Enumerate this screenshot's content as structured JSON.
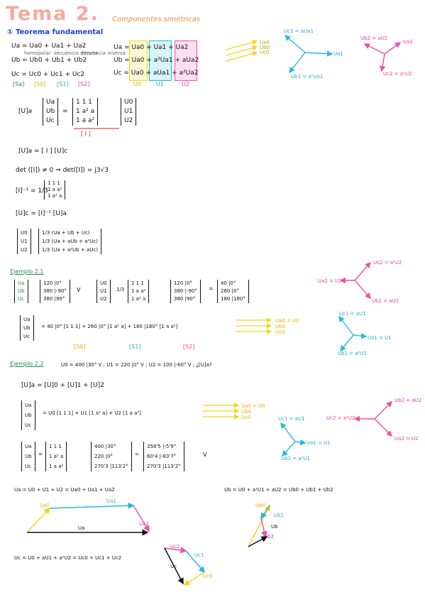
{
  "header": {
    "title": "Tema 2.",
    "subtitle": "Componentes simétricas"
  },
  "section1": {
    "heading": "① Teorema fundamental",
    "eq_a": "Ua = Ua0 + Ua1 + Ua2",
    "eq_b": "Ub = Ub0 + Ub1 + Ub2",
    "eq_c": "Uc = Uc0 + Uc1 + Uc2",
    "small_labels": [
      "homopolar",
      "secuencia directa",
      "secuencia inversa"
    ],
    "tags": [
      "[Sa]",
      "[S0]",
      "[S1]",
      "[S2]"
    ],
    "sub_a": "Ua = Ua0 + Ua1 + Ua2",
    "sub_b": "Ub = Ua0 + a²Ua1 + aUa2",
    "sub_c": "Uc = Ua0 + aUa1 + a²Ua2",
    "col_labels": [
      "U0",
      "U1",
      "U2"
    ],
    "matrix_eq_lhs": "[U]a",
    "matrix_vec": [
      "Ua",
      "Ub",
      "Uc"
    ],
    "matrix_I": [
      "1   1   1",
      "1   a²  a",
      "1   a   a²"
    ],
    "rhs_vec": [
      "U0",
      "U1",
      "U2"
    ],
    "I_label": "[ I ]",
    "eq_short": "[U]a = [ I ] [U]c",
    "det": "det ([I]) ≠ 0  ⇒  det([I]) = j3√3",
    "inverse": "[I]⁻¹ = 1/3",
    "inverse_mat": [
      "1   1   1",
      "1   a   a²",
      "1   a²  a"
    ],
    "uc_eq": "[U]c = [I]⁻¹ [U]a",
    "uc_vec": [
      "U0",
      "U1",
      "U2"
    ],
    "uc_rows": [
      "1/3 (Ua + Ub + Uc)",
      "1/3 (Ua + aUb + a²Uc)",
      "1/3 (Ua + a²Ub + aUc)"
    ],
    "phasor_pos": {
      "top": "Uc1 = aUa1",
      "mid": "Ua1",
      "bot": "Ub1 = a²Ua1"
    },
    "phasor_neg": {
      "top_l": "Ub2 = aU2",
      "top_r": "Ua2",
      "bot": "Uc2 = a²U2"
    },
    "phasor_zero": [
      "Ua0",
      "Ub0",
      "Uc0"
    ]
  },
  "example1": {
    "heading": "Ejemplo 2.1",
    "vec_lhs": [
      "Ua",
      "Ub",
      "Uc"
    ],
    "vec_vals": [
      "120 |0°",
      "380 |-90°",
      "380 |90°"
    ],
    "unit": "V",
    "res_lhs": [
      "U0",
      "U1",
      "U2"
    ],
    "factor": "1/3",
    "mat": [
      "1   1   1",
      "1   a   a²",
      "1   a²  a"
    ],
    "mult": [
      "120 |0°",
      "380 |-90°",
      "380 |90°"
    ],
    "result": [
      "40 |0°",
      "260 |0°",
      "180 |180°"
    ],
    "decomp_lhs": [
      "Ua",
      "Ub",
      "Uc"
    ],
    "decomp": "= 40 |0° [1 1 1] + 260 |0° [1 a² a] + 180 |180° [1 a a²]",
    "decomp_tags": [
      "[S0]",
      "[S1]",
      "[S2]"
    ],
    "zero_seq": [
      "Ua0 = U0",
      "Ub0",
      "Uc0"
    ],
    "neg_seq": {
      "top": "Uc2 = a²U2",
      "left": "Ua2 = U2",
      "bot": "Ub2 = aU2"
    },
    "pos_seq": {
      "top": "Uc1 = aU1",
      "right": "Ua1 = U1",
      "bot": "Ub1 = a²U1"
    }
  },
  "example2": {
    "heading": "Ejemplo 2.2",
    "statement": "U0 = 400 |30° V ;  U1 = 220 |0° V ;  U2 = 100 |-60° V ; ¿[U]a?",
    "eq1": "[U]a = [U]0 + [U]1 + [U]2",
    "vec": [
      "Ua",
      "Ub",
      "Uc"
    ],
    "decomp": "= U0 [1 1 1] + U1 [1 a² a] + U2 [1 a a²]",
    "mat": [
      "1   1   1",
      "1   a²  a",
      "1   a   a²"
    ],
    "mult": [
      "400 |30°",
      "220 |0°",
      "270'3 |113'2°"
    ],
    "result": [
      "358'5 |-5'9°",
      "60'4 |-83'7°",
      "270'3 |113'2°"
    ],
    "unit": "V",
    "zero_seq": [
      "Ua0 = U0",
      "Ub0",
      "Uc0"
    ],
    "pos_seq": {
      "top": "Uc1 = aU1",
      "right": "Ua1 = U1",
      "bot": "Ub1 = a²U1"
    },
    "neg_seq": {
      "top_r": "Ub2 = aU2",
      "left": "Uc2 = a²U2",
      "bot": "Ua2 = U2"
    }
  },
  "bottom": {
    "ua_eq": "Ua = U0 + U1 + U2  =  Ua0 + Ua1 + Ua2",
    "ub_eq": "Ub = U0 + a²U1 + aU2 = Ub0 + Ub1 + Ub2",
    "uc_eq": "Uc = U0 + aU1 + a²U2  =  Uc0 + Uc1 + Uc2",
    "ua_labels": {
      "a0": "Ua0",
      "a1": "Ua1",
      "a2": "Ua2",
      "ua": "Ua"
    },
    "ub_labels": {
      "b0": "Ub0",
      "b1": "Ub1",
      "b2": "Ub2",
      "ub": "Ub"
    },
    "uc_labels": {
      "c0": "Uc0",
      "c1": "Uc1",
      "c2": "Uc2",
      "uc": "Uc"
    }
  },
  "colors": {
    "zero": "#f5d21c",
    "positive": "#27b8e0",
    "negative": "#ef4fa6",
    "title": "#f7a8a0",
    "accent_blue": "#1c3fd6",
    "green": "#1f8a4c",
    "orange": "#f08a3c"
  }
}
